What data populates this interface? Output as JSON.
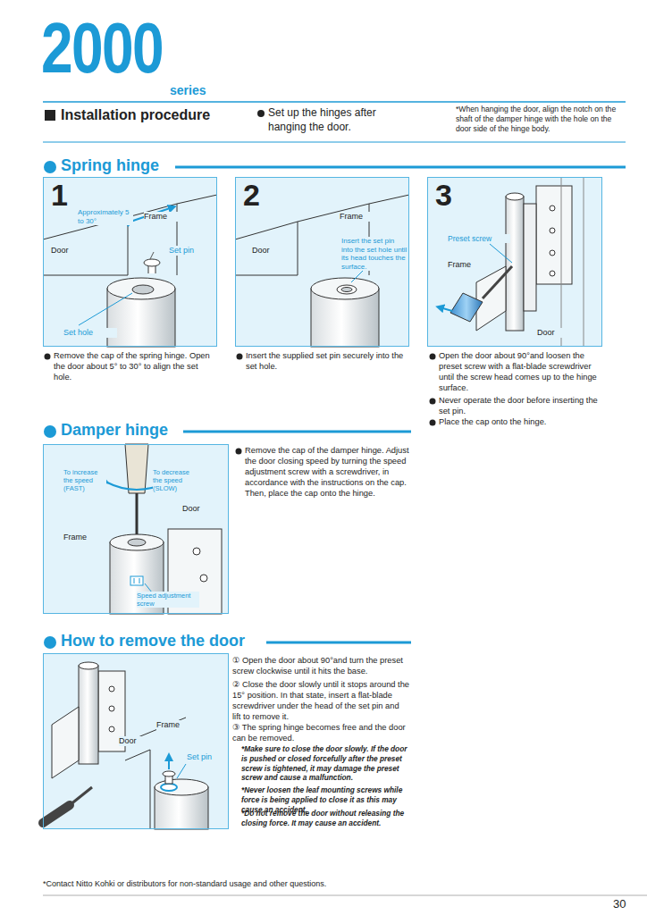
{
  "diagram": {
    "title": "2000",
    "nodes": [
      {
        "text": [
          "1",
          "Approximately 5 to 30°",
          "Frame",
          "Door",
          "Set pin",
          "Set hole"
        ]
      },
      {
        "text": [
          "2",
          "Frame",
          "Door",
          "Insert the set pin into the set hole until its head touches the surface."
        ]
      },
      {
        "text": [
          "3",
          "Preset screw",
          "Frame",
          "Door"
        ]
      },
      {
        "text": [
          "To increase the speed (FAST)",
          "To decrease the speed (SLOW)",
          "Door",
          "Frame",
          "Speed adjustment screw"
        ]
      },
      {
        "text": [
          "Frame",
          "Door",
          "Set pin"
        ]
      }
    ],
    "labels": [
      "series",
      "Installation procedure",
      "Set up the hinges after hanging the door.",
      "*When hanging the door, align the notch on the shaft of the damper hinge with the hole on the door side of the hinge body.",
      "Spring hinge",
      "Remove the cap of the spring hinge. Open the door about 5° to 30° to align the set hole.",
      "Insert the supplied set pin securely into the set hole.",
      "Open the door about 90°and loosen the preset screw with a flat-blade screwdriver until the screw head comes up to the hinge surface.",
      "Never operate the door before inserting the set pin.",
      "Place the cap onto the hinge.",
      "Damper hinge",
      "Remove the cap of the damper hinge. Adjust the door closing speed by turning the speed adjustment screw with a screwdriver, in accordance with the instructions on the cap. Then, place the cap onto the hinge.",
      "How to remove the door",
      "① Open the door about 90°and turn the preset screw clockwise until it hits the base.",
      "② Close the door slowly until it stops around the 15° position. In that state, insert a flat-blade screwdriver under the head of the set pin and lift to remove it.",
      "③ The spring hinge becomes free and the door can be removed.",
      "*Make sure to close the door slowly. If the door is pushed or closed forcefully after the preset screw is tightened, it may damage the preset screw and cause a malfunction.",
      "*Never loosen the leaf mounting screws while force is being applied to close it as this may cause an accident.",
      "*Do not remove the door without releasing the closing force. It may cause an accident.",
      "*Contact Nitto Kohki or distributors for non-standard usage and other questions.",
      "30"
    ]
  }
}
